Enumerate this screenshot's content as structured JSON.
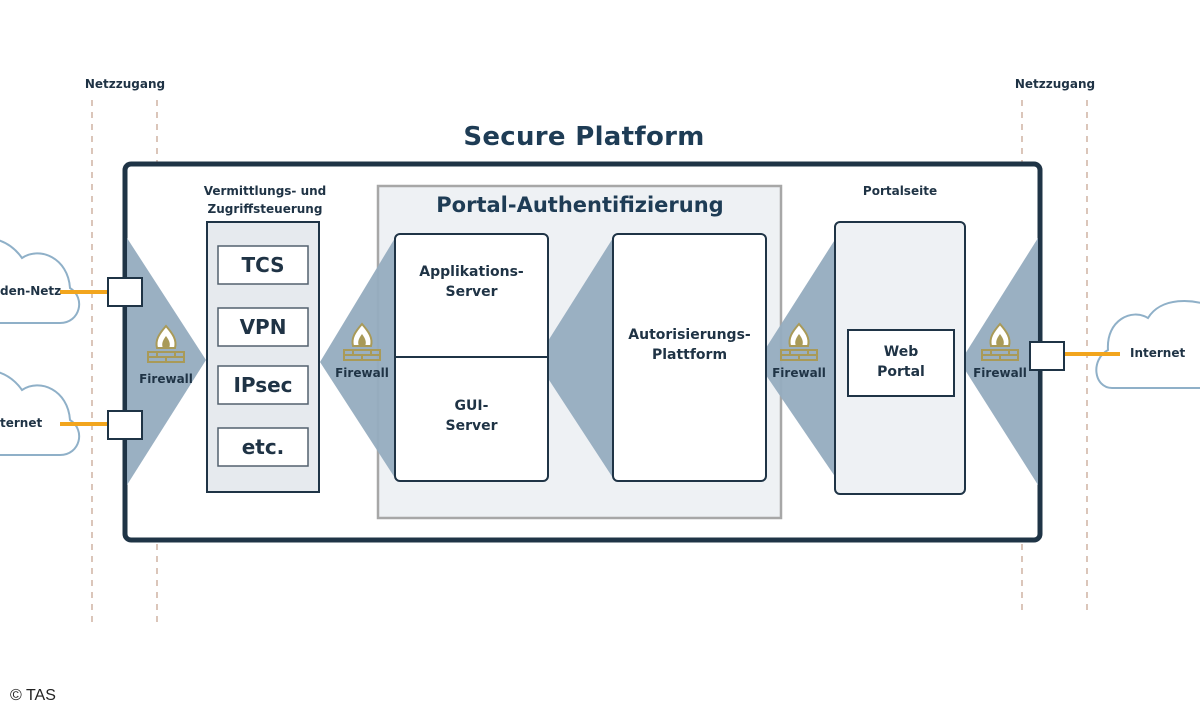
{
  "title": "Secure Platform",
  "network_access": {
    "left": "Netzzugang",
    "right": "Netzzugang"
  },
  "clouds": {
    "left_top": "den-Netz",
    "left_bottom": "ternet",
    "right": "Internet"
  },
  "access_control": {
    "heading_line1": "Vermittlungs- und",
    "heading_line2": "Zugriffsteuerung",
    "items": [
      "TCS",
      "VPN",
      "IPsec",
      "etc."
    ]
  },
  "portal_auth": {
    "heading": "Portal-Authentifizierung",
    "app_server_line1": "Applikations-",
    "app_server_line2": "Server",
    "gui_server_line1": "GUI-",
    "gui_server_line2": "Server",
    "authorization_line1": "Autorisierungs-",
    "authorization_line2": "Plattform"
  },
  "portal_page": {
    "heading": "Portalseite",
    "web_portal_line1": "Web",
    "web_portal_line2": "Portal"
  },
  "firewall_label": "Firewall",
  "copyright": "© TAS",
  "colors": {
    "frame": "#1f3446",
    "wedge": "#95acbf",
    "portal_bg": "#eef1f4",
    "portal_border": "#a7a7a7",
    "connector": "#f2a51d",
    "firewall_icon": "#a99a58"
  }
}
